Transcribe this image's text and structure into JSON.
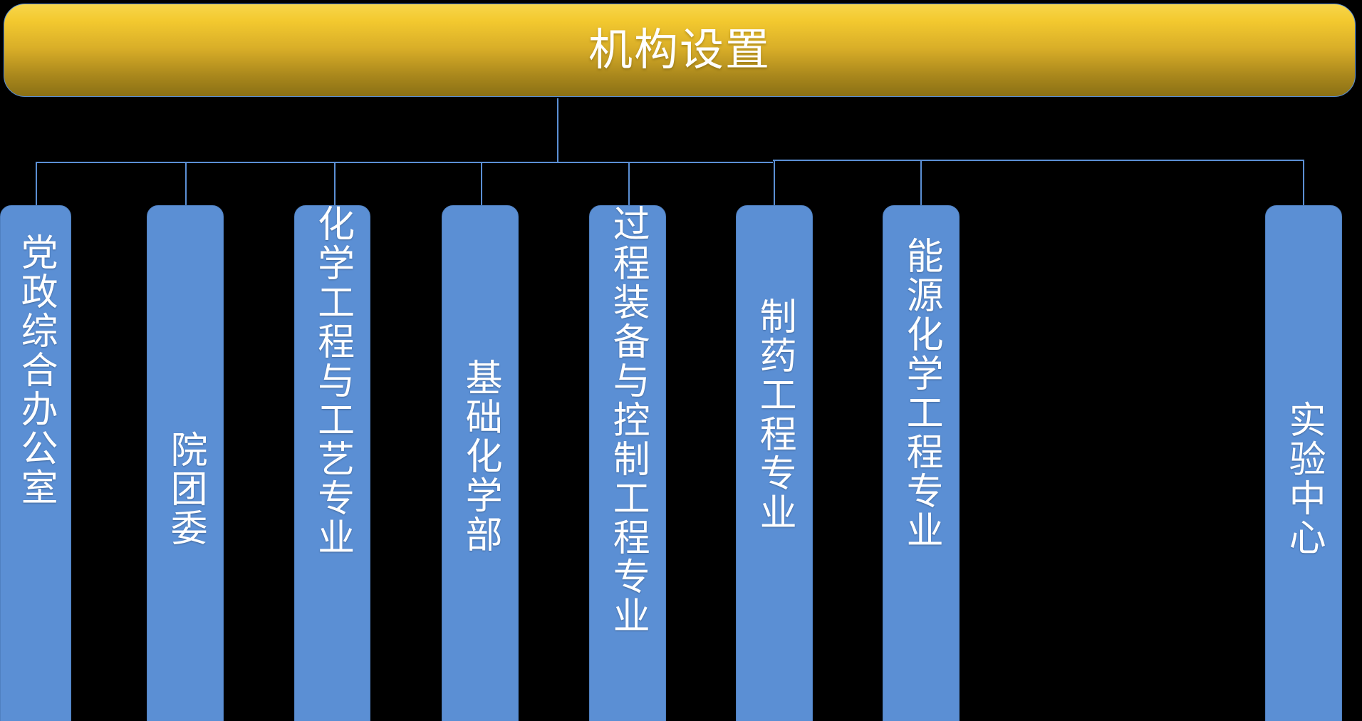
{
  "diagram": {
    "title": "机构设置",
    "background_color": "#000000",
    "root": {
      "label": "机构设置",
      "fill_gradient_top": "#F7D64A",
      "fill_gradient_bottom": "#8A7015",
      "border_color": "#5B8FD4",
      "text_color": "#FFFFFF"
    },
    "node_fill_color": "#5B8FD4",
    "node_border_color": "#4F80C0",
    "node_text_color": "#FFFFFF",
    "connector_color": "#5B8FD4",
    "nodes": [
      {
        "label": "党政综合办公室"
      },
      {
        "label": "院团委"
      },
      {
        "label": "化学工程与工艺专业"
      },
      {
        "label": "基础化学部"
      },
      {
        "label": "过程装备与控制工程专业"
      },
      {
        "label": "制药工程专业"
      },
      {
        "label": "能源化学工程专业"
      },
      {
        "label": "实验中心"
      }
    ]
  }
}
